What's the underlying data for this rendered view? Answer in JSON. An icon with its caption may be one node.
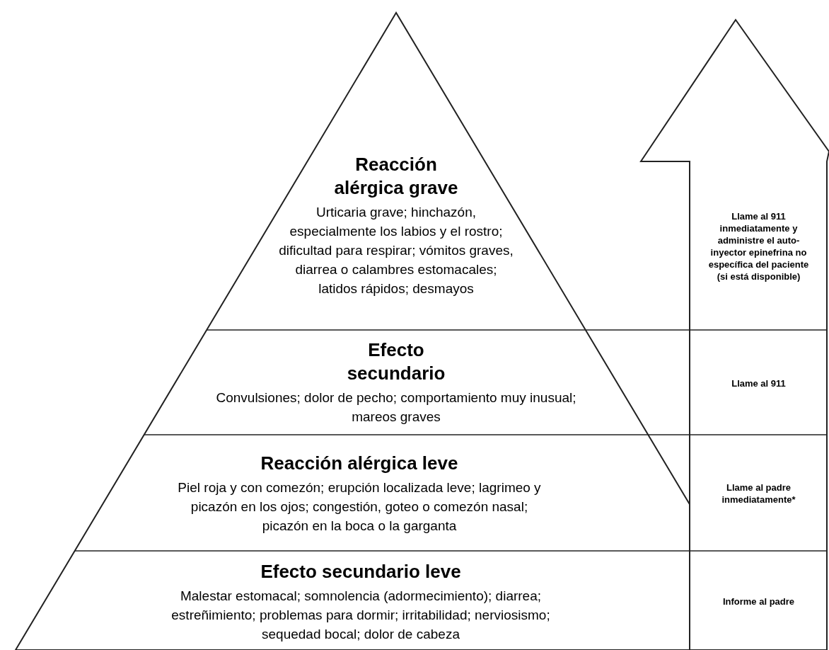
{
  "diagram": {
    "nodes": [
      {
        "text": [
          "Reacción alérgica grave",
          "Urticaria grave; hinchazón, especialmente los labios y el rostro; dificultad para respirar; vómitos graves, diarrea o calambres estomacales; latidos rápidos; desmayos"
        ]
      },
      {
        "text": [
          "Efecto secundario",
          "Convulsiones; dolor de pecho; comportamiento muy inusual; mareos graves"
        ]
      },
      {
        "text": [
          "Reacción alérgica leve",
          "Piel roja y con comezón; erupción localizada leve; lagrimeo y picazón en los ojos; congestión, goteo o comezón nasal; picazón en la boca o la garganta"
        ]
      },
      {
        "text": [
          "Efecto secundario leve",
          "Malestar estomacal; somnolencia (adormecimiento); diarrea; estreñimiento; problemas para dormir; irritabilidad; nerviosismo; sequedad bocal; dolor de cabeza"
        ]
      },
      {
        "text": [
          "Llame al 911 inmediatamente y administre el auto-inyector epinefrina no específica del paciente (si está disponible)"
        ]
      },
      {
        "text": [
          "Llame al 911"
        ]
      },
      {
        "text": [
          "Llame al padre inmediatamente*"
        ]
      },
      {
        "text": [
          "Informe al padre"
        ]
      }
    ]
  }
}
